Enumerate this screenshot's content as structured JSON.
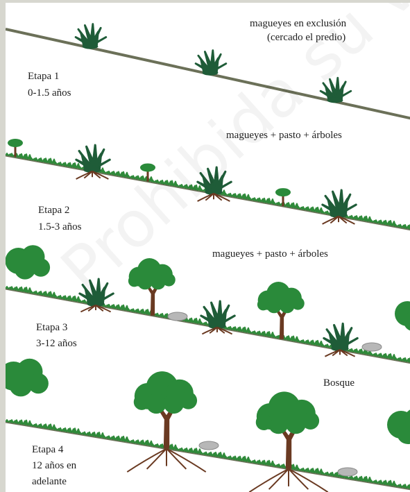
{
  "stages": [
    {
      "title": "Etapa 1",
      "period": "0-1.5 años",
      "description_line1": "magueyes en exclusión",
      "description_line2": "(cercado el predio)"
    },
    {
      "title": "Etapa 2",
      "period": "1.5-3 años",
      "description_line1": "magueyes + pasto + árboles"
    },
    {
      "title": "Etapa 3",
      "period": "3-12 años",
      "description_line1": "magueyes + pasto + árboles"
    },
    {
      "title": "Etapa 4",
      "period_line1": "12 años en",
      "period_line2": "adelante",
      "description_line1": "Bosque"
    }
  ],
  "watermark_text": "Prohibida su venta",
  "colors": {
    "ground": "#6b7058",
    "grass": "#2f8a3a",
    "agave": "#1f5c38",
    "tree_crown": "#2a8a3a",
    "trunk": "#6a3a22",
    "roots": "#6a3a22",
    "rock": "#b7b7b7"
  }
}
